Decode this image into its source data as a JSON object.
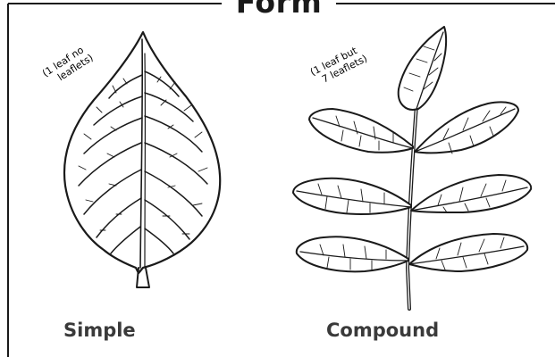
{
  "title": "Form",
  "leaves": {
    "simple": {
      "label": "Simple",
      "note_line1": "(1 leaf no",
      "note_line2": "leaflets)"
    },
    "compound": {
      "label": "Compound",
      "note_line1": "(1 leaf but",
      "note_line2": "7 leaflets)"
    }
  },
  "colors": {
    "line": "#1a1a1a",
    "text": "#3a3a3a",
    "background": "#ffffff"
  }
}
